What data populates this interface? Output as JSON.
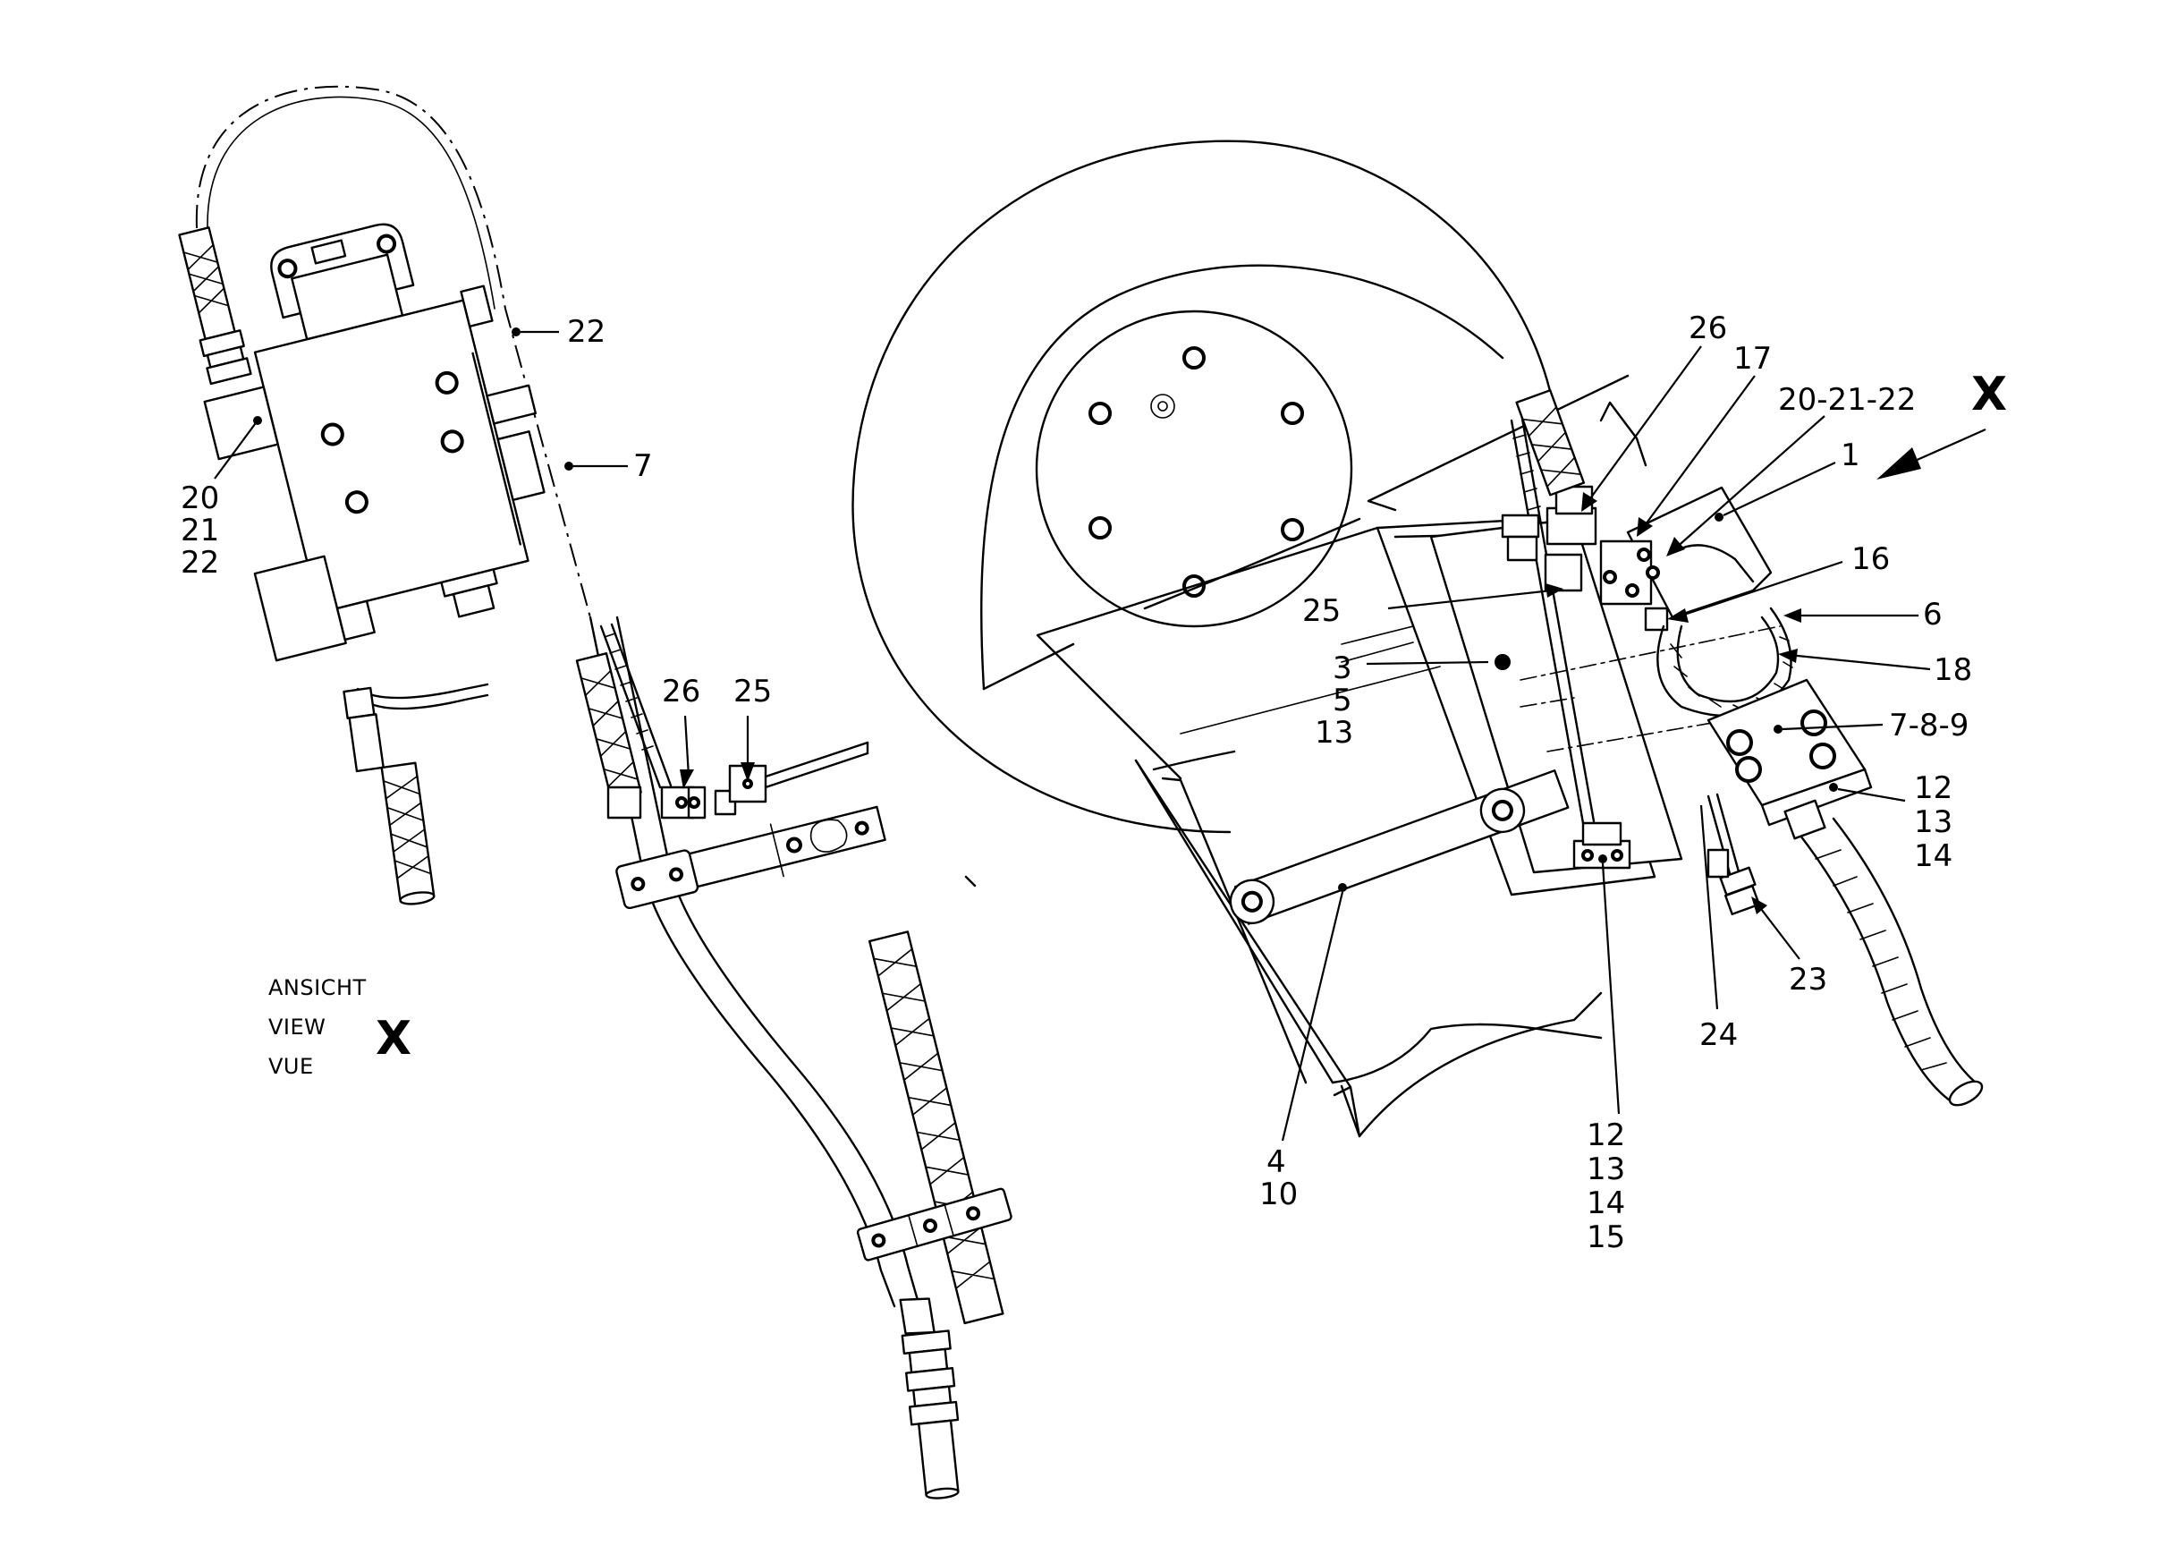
{
  "view_caption": {
    "line1": "ANSICHT",
    "line2": "VIEW",
    "line3": "VUE",
    "letter": "X"
  },
  "view_marker": "X",
  "left_callouts": {
    "c22": "22",
    "c7": "7",
    "c20": "20",
    "c21": "21",
    "c22b": "22",
    "c26": "26",
    "c25": "25"
  },
  "right_callouts": {
    "c26": "26",
    "c17": "17",
    "c20_21_22": "20-21-22",
    "c1": "1",
    "c16": "16",
    "c6": "6",
    "c18": "18",
    "c25": "25",
    "c3": "3",
    "c5": "5",
    "c13": "13",
    "c7_8_9": "7-8-9",
    "c12a": "12",
    "c13a": "13",
    "c14a": "14",
    "c23": "23",
    "c24": "24",
    "c4": "4",
    "c10": "10",
    "c12b": "12",
    "c13b": "13",
    "c14b": "14",
    "c15": "15"
  }
}
